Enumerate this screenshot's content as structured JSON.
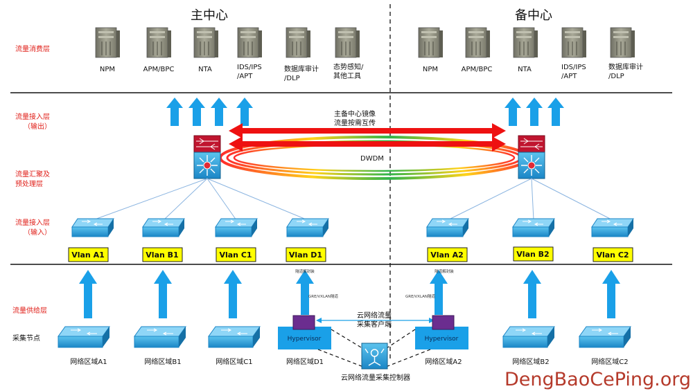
{
  "titles": {
    "primary": "主中心",
    "backup": "备中心"
  },
  "layers": {
    "consumer": "流量消费层",
    "access_out_1": "流量接入层",
    "access_out_2": "（输出）",
    "aggregate_1": "流量汇聚及",
    "aggregate_2": "预处理层",
    "access_in_1": "流量接入层",
    "access_in_2": "（输入）",
    "supply": "流量供给层",
    "collect": "采集节点"
  },
  "primary_servers": [
    {
      "line1": "NPM",
      "line2": ""
    },
    {
      "line1": "APM/BPC",
      "line2": ""
    },
    {
      "line1": "NTA",
      "line2": ""
    },
    {
      "line1": "IDS/IPS",
      "line2": "/APT"
    },
    {
      "line1": "数据库审计",
      "line2": "/DLP"
    },
    {
      "line1": "态势感知/",
      "line2": "其他工具"
    }
  ],
  "backup_servers": [
    {
      "line1": "NPM",
      "line2": ""
    },
    {
      "line1": "APM/BPC",
      "line2": ""
    },
    {
      "line1": "NTA",
      "line2": ""
    },
    {
      "line1": "IDS/IPS",
      "line2": "/APT"
    },
    {
      "line1": "数据库审计",
      "line2": "/DLP"
    }
  ],
  "mirror": {
    "line1": "主备中心镜像",
    "line2": "流量按需互传",
    "dwdm": "DWDM"
  },
  "primary_vlans": [
    "Vlan A1",
    "Vlan B1",
    "Vlan C1",
    "Vlan D1"
  ],
  "backup_vlans": [
    "Vlan A2",
    "Vlan B2",
    "Vlan C2"
  ],
  "tunnel": {
    "decap_left": "隧道解封装",
    "decap_right": "隧道解封装",
    "gre_left": "GRE/VXLAN隧道",
    "gre_right": "GRE/VXLAN隧道"
  },
  "cloud_client": {
    "line1": "云网络流量",
    "line2": "采集客户端"
  },
  "hypervisor": "Hypervisor",
  "controller": "云网络流量采集控制器",
  "regions_primary": [
    "网络区域A1",
    "网络区域B1",
    "网络区域C1",
    "网络区域D1"
  ],
  "regions_backup": [
    "网络区域A2",
    "网络区域B2",
    "网络区域C2"
  ],
  "watermark": "DengBaoCePing.org",
  "colors": {
    "arrow": "#1aa0e8",
    "layer_text": "#e0201a",
    "vlan_fill": "#ffff00",
    "mirror_arrow": "#ee1111"
  }
}
